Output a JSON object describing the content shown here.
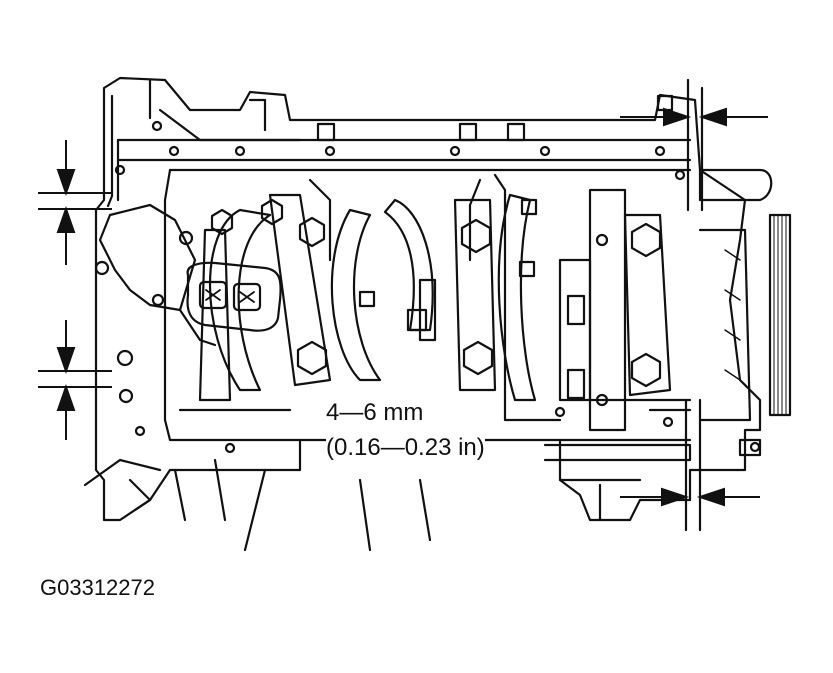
{
  "annotation": {
    "line1": "4—6 mm",
    "line2": "(0.16—0.23 in)"
  },
  "figure_id": "G03312272",
  "colors": {
    "ink": "#111111",
    "paper": "#ffffff"
  }
}
